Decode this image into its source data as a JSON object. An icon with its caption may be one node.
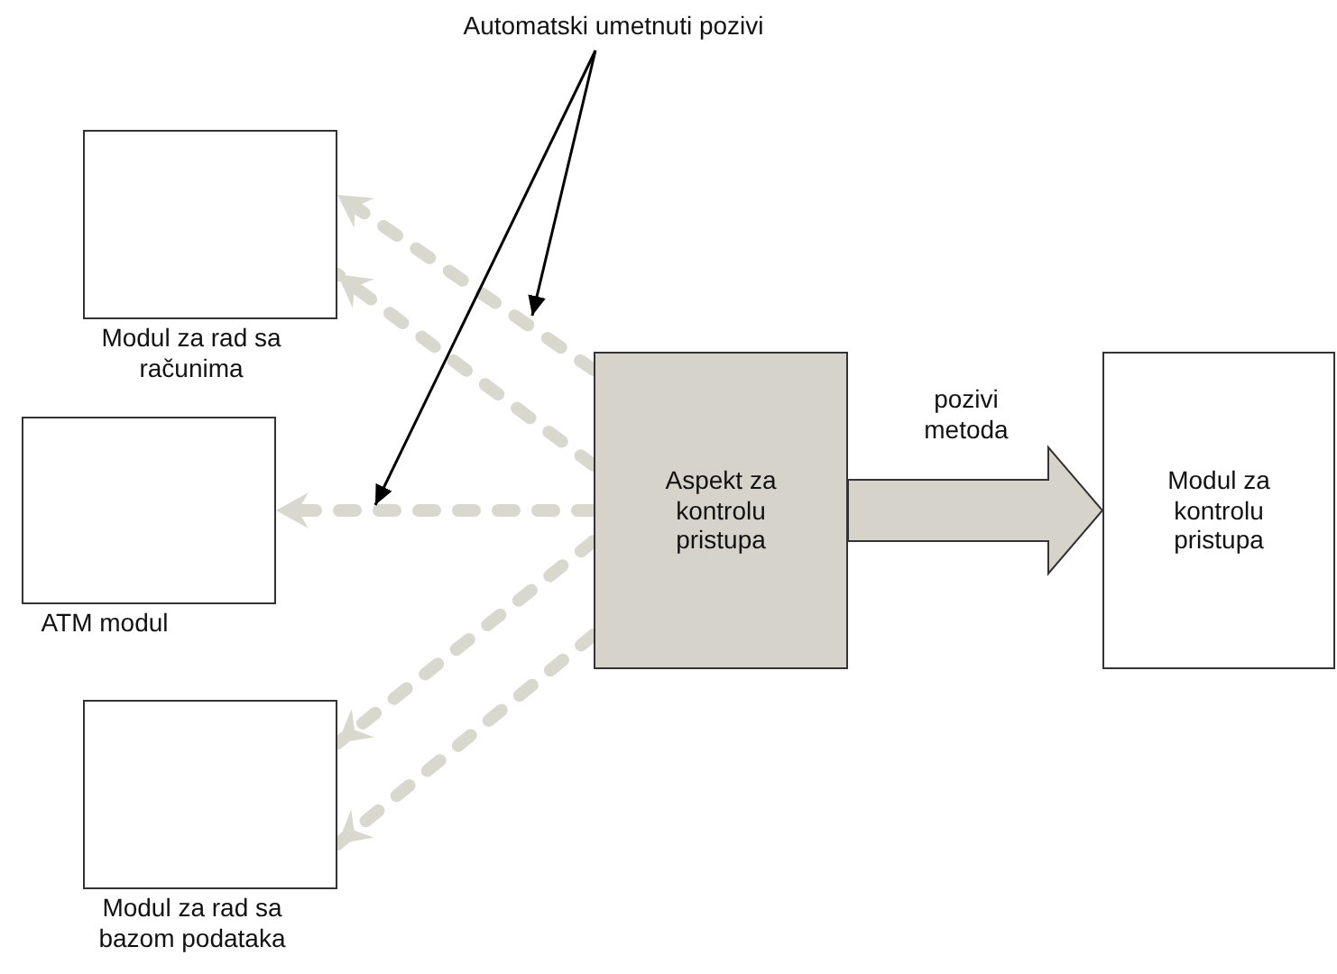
{
  "diagram": {
    "nodes": [
      {
        "text": [
          "Automatski umetnuti pozivi"
        ]
      },
      {
        "text": [],
        "shape": "box",
        "beside": [
          "Modul za rad sa računima"
        ]
      },
      {
        "text": [],
        "shape": "box",
        "beside": [
          "ATM modul"
        ]
      },
      {
        "text": [],
        "shape": "box",
        "beside": [
          "Modul za rad sa bazom podataka"
        ]
      },
      {
        "text": [
          "Aspekt za kontrolu pristupa"
        ]
      },
      {
        "text": [
          "Modul za kontrolu pristupa"
        ]
      }
    ],
    "edges": [
      {
        "from": 4,
        "to": 1,
        "arrow": "to",
        "style": "dashed",
        "color": "#d9d8cf"
      },
      {
        "from": 4,
        "to": 1,
        "arrow": "to",
        "style": "dashed",
        "color": "#d9d8cf"
      },
      {
        "from": 4,
        "to": 2,
        "arrow": "to",
        "style": "dashed",
        "color": "#d9d8cf"
      },
      {
        "from": 4,
        "to": 3,
        "arrow": "to",
        "style": "dashed",
        "color": "#d9d8cf"
      },
      {
        "from": 4,
        "to": 3,
        "arrow": "to",
        "style": "dashed",
        "color": "#d9d8cf"
      },
      {
        "from": 0,
        "to": null,
        "arrow": "to",
        "color": "#000000"
      },
      {
        "from": 0,
        "to": null,
        "arrow": "to",
        "color": "#000000"
      },
      {
        "from": 4,
        "to": 5,
        "arrow": "to",
        "label": "pozivi metoda",
        "style": "thick",
        "color": "#d6d3cb"
      }
    ]
  }
}
